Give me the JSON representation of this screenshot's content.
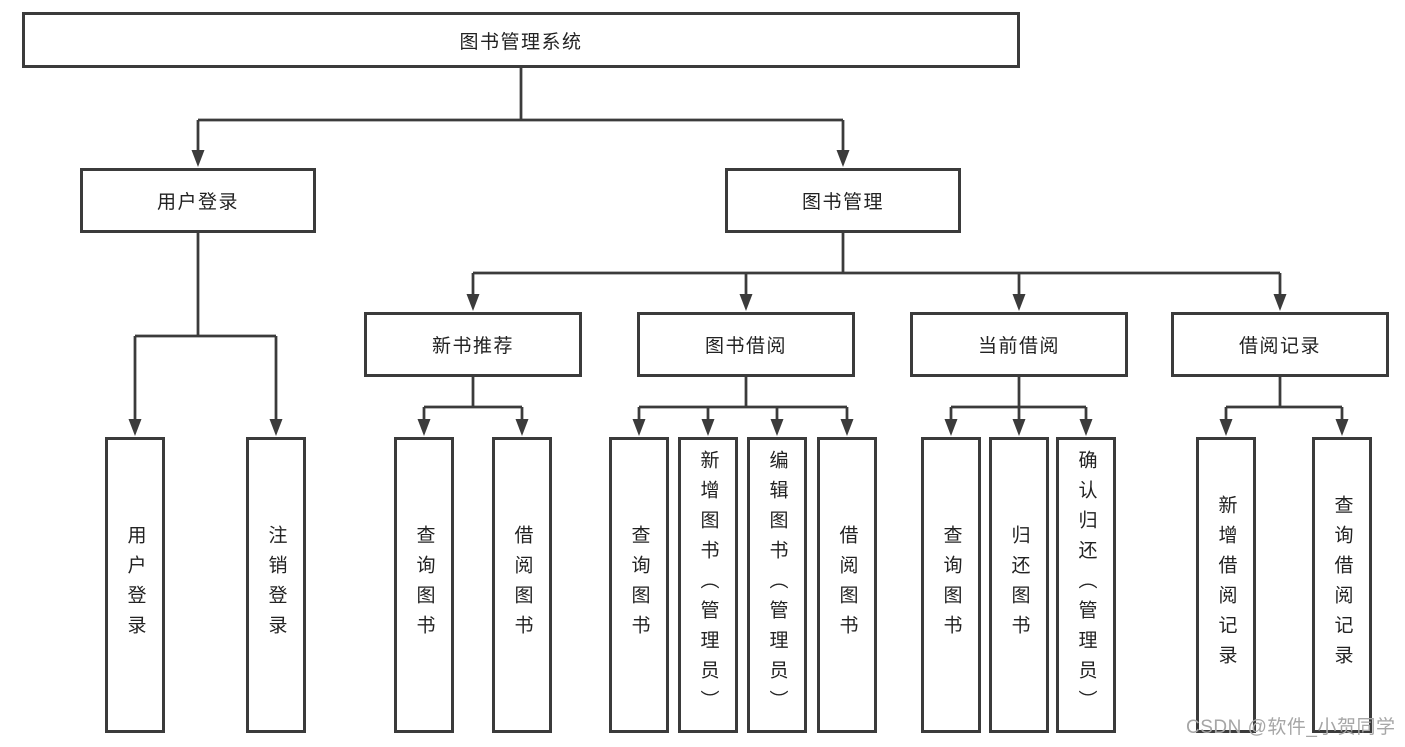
{
  "colors": {
    "line": "#3b3b3b",
    "box_border": "#3b3b3b",
    "text": "#222222",
    "watermark": "#a6a6a6",
    "background": "#ffffff"
  },
  "tree": {
    "label": "图书管理系统",
    "children": [
      {
        "label": "用户登录",
        "children": [
          {
            "label": "用户登录"
          },
          {
            "label": "注销登录"
          }
        ]
      },
      {
        "label": "图书管理",
        "children": [
          {
            "label": "新书推荐",
            "children": [
              {
                "label": "查询图书"
              },
              {
                "label": "借阅图书"
              }
            ]
          },
          {
            "label": "图书借阅",
            "children": [
              {
                "label": "查询图书"
              },
              {
                "label": "新增图书（管理员）"
              },
              {
                "label": "编辑图书（管理员）"
              },
              {
                "label": "借阅图书"
              }
            ]
          },
          {
            "label": "当前借阅",
            "children": [
              {
                "label": "查询图书"
              },
              {
                "label": "归还图书"
              },
              {
                "label": "确认归还（管理员）"
              }
            ]
          },
          {
            "label": "借阅记录",
            "children": [
              {
                "label": "新增借阅记录"
              },
              {
                "label": "查询借阅记录"
              }
            ]
          }
        ]
      }
    ]
  },
  "watermark": {
    "text": "CSDN @软件_小贺同学"
  }
}
